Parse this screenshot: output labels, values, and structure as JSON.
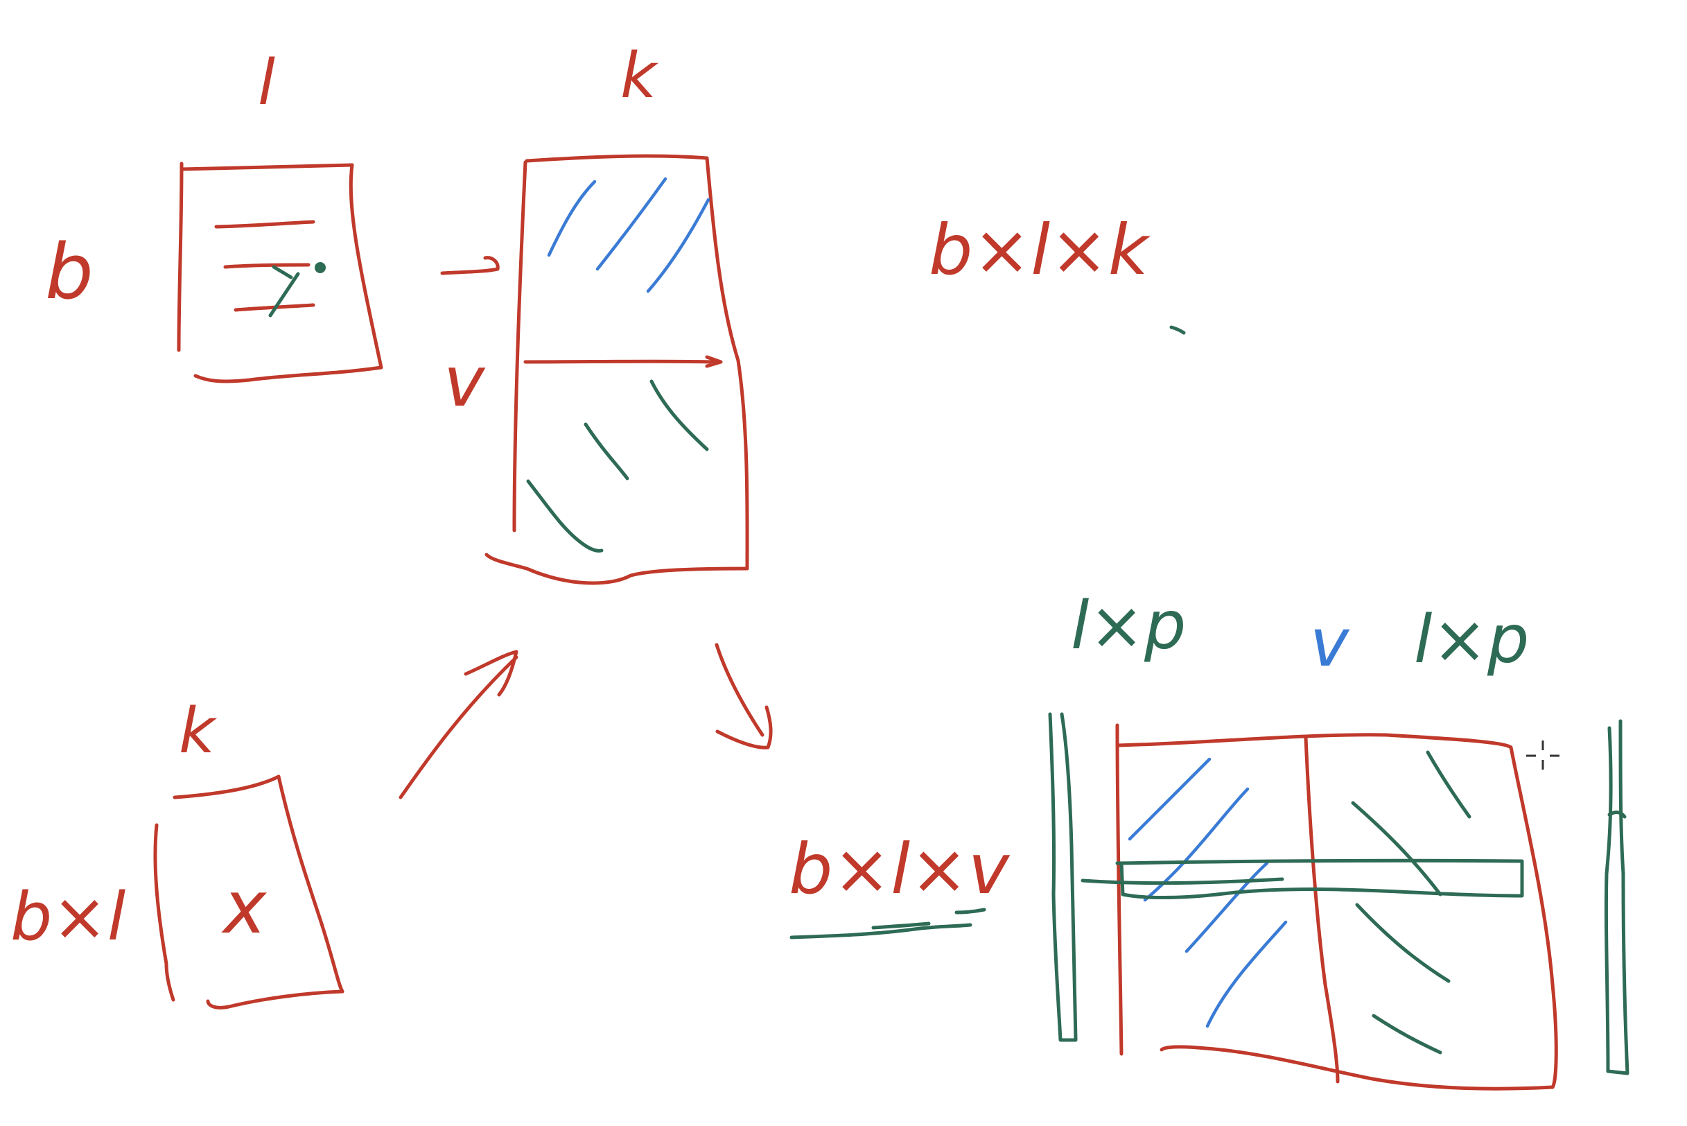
{
  "labels": {
    "q_top": "l",
    "k_top": "k",
    "b_left": "b",
    "v_left": "v",
    "bxlxk": "b×l×k",
    "k_bottom": "k",
    "bxl": "b×l",
    "x_mark": "x",
    "bxlxv": "b×l×v",
    "lxp_left": "l×p",
    "v_mid": "v",
    "lxp_right": "l×p"
  },
  "colors": {
    "red": "#c0392b",
    "blue": "#3a7bd5",
    "green": "#2e6b55"
  }
}
